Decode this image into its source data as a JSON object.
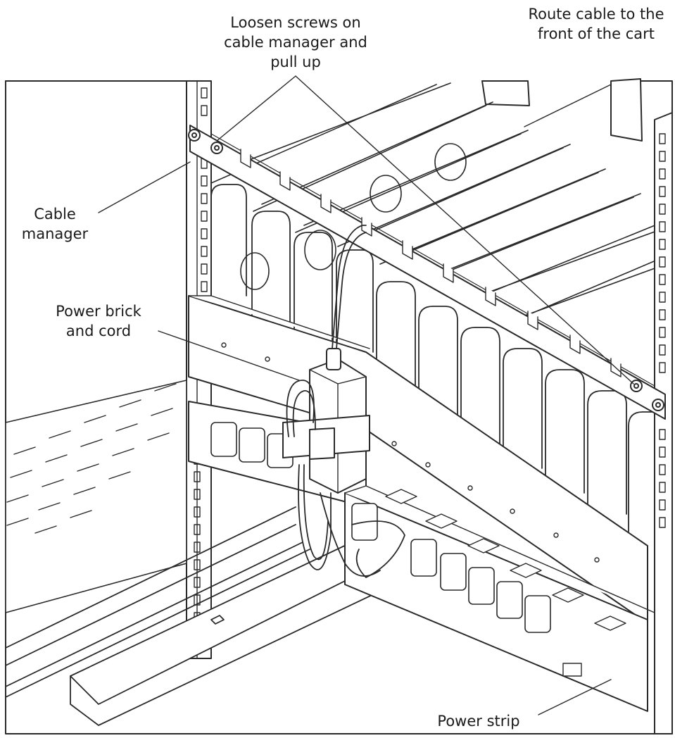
{
  "callouts": {
    "loosen_screws": {
      "line1": "Loosen screws on",
      "line2": "cable manager and",
      "line3": "pull up"
    },
    "route_cable": {
      "line1": "Route cable to the",
      "line2": "front of the cart"
    },
    "cable_manager": {
      "line1": "Cable",
      "line2": "manager"
    },
    "power_brick": {
      "line1": "Power brick",
      "line2": "and cord"
    },
    "power_strip": {
      "line1": "Power strip"
    }
  },
  "colors": {
    "stroke": "#2a2a2a",
    "fill": "#ffffff",
    "text": "#1a1a1a"
  }
}
